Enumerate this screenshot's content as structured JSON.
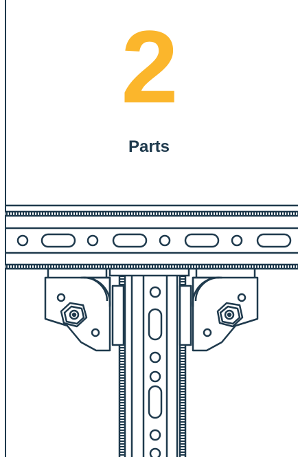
{
  "step": {
    "number": "2",
    "label": "Parts"
  },
  "colors": {
    "accent": "#fbb62c",
    "line": "#1f3a4d",
    "background": "#ffffff"
  },
  "illustration": {
    "subject": "rail-and-post-bracket-assembly",
    "icons": [
      "slotted-rail",
      "corner-bracket",
      "hex-bolt",
      "slotted-post"
    ]
  }
}
